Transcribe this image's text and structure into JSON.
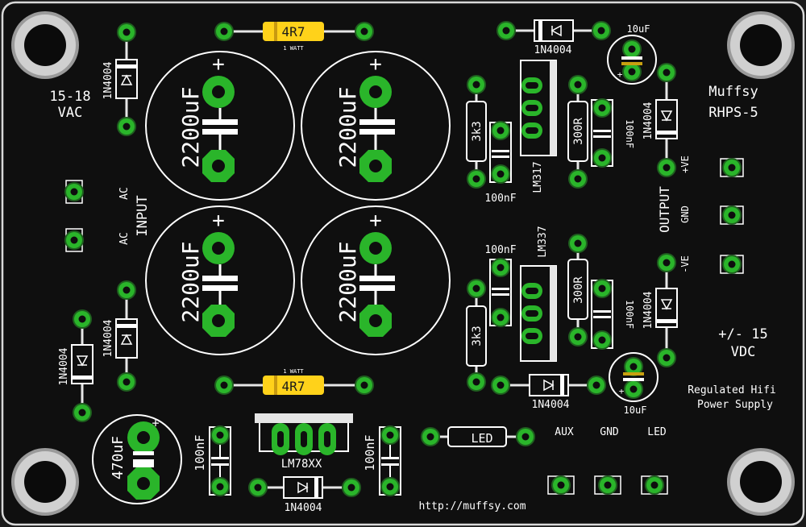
{
  "board": {
    "brand": "Muffsy",
    "model": "RHPS-5",
    "url": "http://muffsy.com",
    "tagline": [
      "Regulated Hifi",
      "Power Supply"
    ],
    "colors": {
      "board": "#0f0f0f",
      "edge": "#d9d9d9",
      "silkscreen": "#ffffff",
      "pad_ring": "#20b020",
      "copper": "#1f5f1f",
      "hole": "#111111",
      "resistor_yellow": "#ffd21a",
      "mount_ring": "#c9c9c9"
    }
  },
  "labels": {
    "input_vac": [
      "15-18",
      "VAC"
    ],
    "input": "INPUT",
    "ac": "AC",
    "output": "OUTPUT",
    "pos_ve": "+VE",
    "gnd": "GND",
    "neg_ve": "-VE",
    "output_vdc": [
      "+/- 15",
      "VDC"
    ],
    "aux": "AUX",
    "led_header": "LED",
    "plus": "+",
    "minus": "-"
  },
  "components": {
    "big_cap": "2200uF",
    "small_cap": "470uF",
    "cap_10u": "10uF",
    "cap_100n": "100nF",
    "diode": "1N4004",
    "res_4r7": "4R7",
    "one_watt": "1 WATT",
    "res_3k3": "3k3",
    "res_300r": "300R",
    "reg_pos": "LM317",
    "reg_neg": "LM337",
    "reg_pre": "LM78XX",
    "led": "LED"
  }
}
